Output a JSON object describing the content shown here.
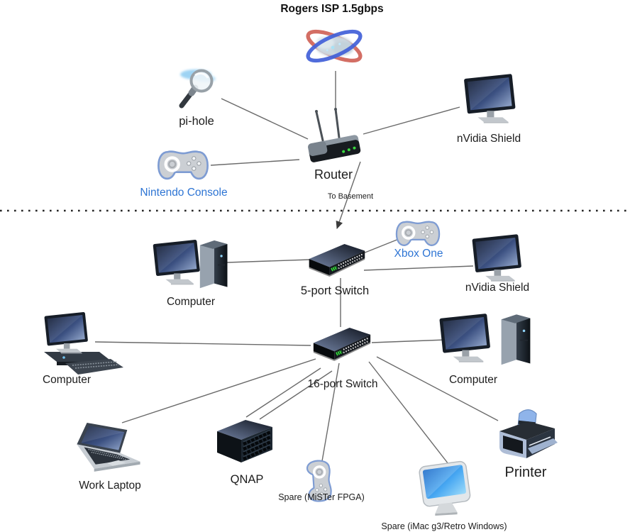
{
  "title": "Rogers ISP 1.5gbps",
  "colors": {
    "console_label_blue": "#2e75d4",
    "connection_line": "#6a6a6a",
    "divider_dots": "#262626",
    "led_green": "#34e83a"
  },
  "annotations": {
    "to_basement": "To Basement"
  },
  "nodes": {
    "internet": {
      "icon": "internet-cloud-icon"
    },
    "pihole": {
      "label": "pi-hole",
      "icon": "magnifier-icon"
    },
    "nintendo": {
      "label": "Nintendo Console",
      "icon": "gamepad-icon"
    },
    "router": {
      "label": "Router",
      "icon": "router-icon"
    },
    "shield_top": {
      "label": "nVidia Shield",
      "icon": "monitor-icon"
    },
    "switch5": {
      "label": "5-port Switch",
      "icon": "network-switch-icon"
    },
    "xbox": {
      "label": "Xbox One",
      "icon": "gamepad-icon"
    },
    "computer_mid": {
      "label": "Computer",
      "icon": "desktop-computer-icon"
    },
    "shield_mid": {
      "label": "nVidia Shield",
      "icon": "monitor-icon"
    },
    "switch16": {
      "label": "16-port Switch",
      "icon": "network-switch-icon"
    },
    "computer_left": {
      "label": "Computer",
      "icon": "workstation-computer-icon"
    },
    "computer_right": {
      "label": "Computer",
      "icon": "desktop-computer-icon"
    },
    "work_laptop": {
      "label": "Work Laptop",
      "icon": "laptop-icon"
    },
    "qnap": {
      "label": "QNAP",
      "icon": "nas-server-icon"
    },
    "spare_mister": {
      "label": "Spare (MiSTer FPGA)",
      "icon": "gamepad-icon"
    },
    "spare_imac": {
      "label": "Spare (iMac g3/Retro Windows)",
      "icon": "imac-icon"
    },
    "printer": {
      "label": "Printer",
      "icon": "printer-icon"
    }
  }
}
